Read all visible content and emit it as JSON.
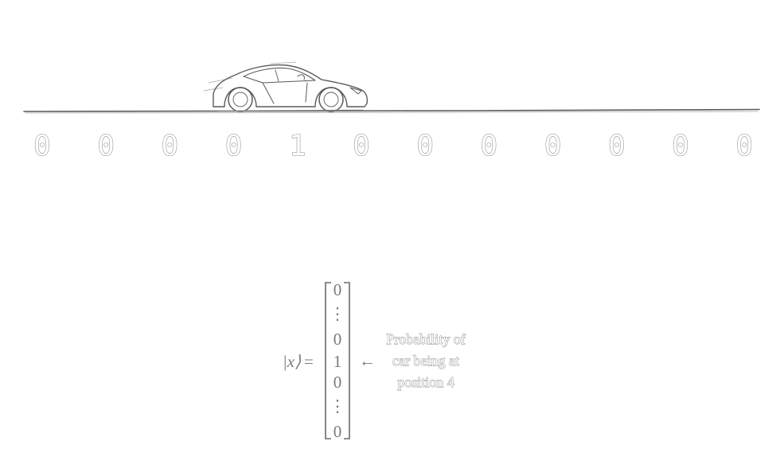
{
  "positions": {
    "values": [
      "0",
      "0",
      "0",
      "0",
      "1",
      "0",
      "0",
      "0",
      "0",
      "0",
      "0",
      "0"
    ],
    "car_index": 4
  },
  "state_vector": {
    "lhs_ket": "|x⟩",
    "equals": "=",
    "entries": [
      "0",
      "⋮",
      "0",
      "1",
      "0",
      "⋮",
      "0"
    ],
    "arrow": "←",
    "annotation_lines": [
      "Probability of",
      "car being at",
      "position 4"
    ]
  },
  "colors": {
    "ink": "#5a5a5a",
    "digit_outline": "#8c8c8c"
  },
  "icons": {
    "vehicle": "sports-car-icon"
  }
}
